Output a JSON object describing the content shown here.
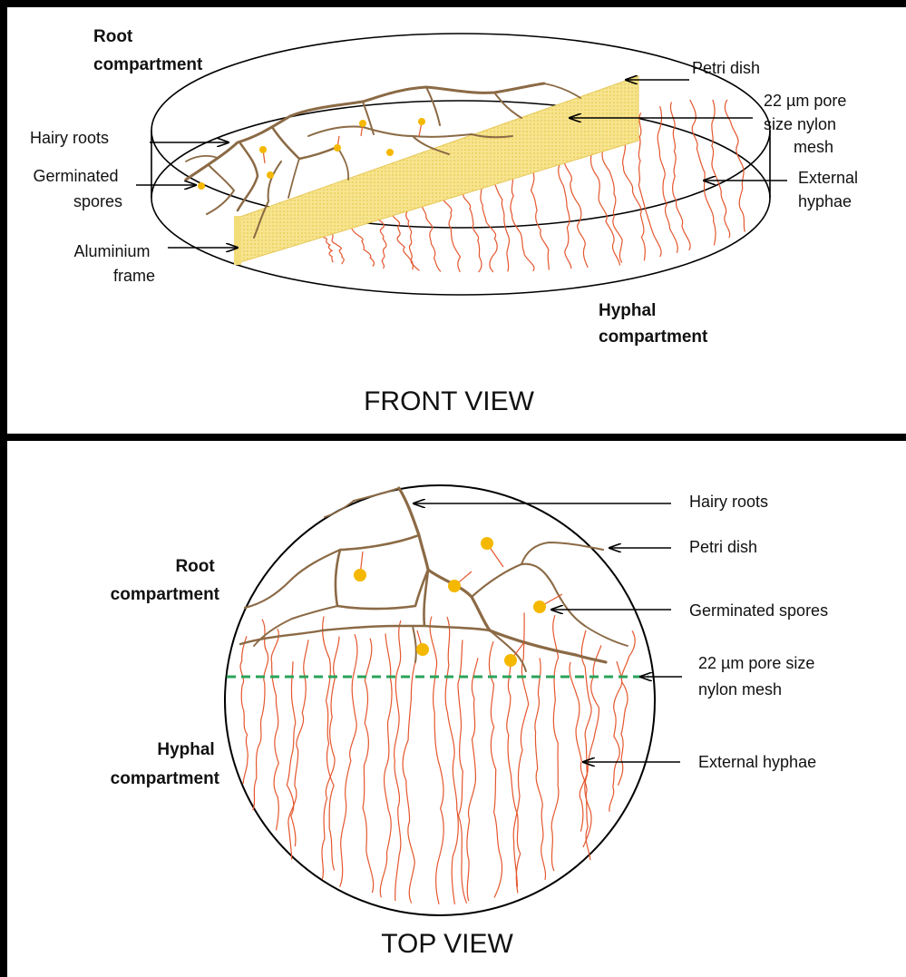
{
  "front_view": {
    "title": "FRONT VIEW",
    "root_compartment": [
      "Root",
      "compartment"
    ],
    "hyphal_compartment": [
      "Hyphal",
      "compartment"
    ],
    "hairy_roots": "Hairy roots",
    "germinated_spores": [
      "Germinated",
      "spores"
    ],
    "aluminium_frame": [
      "Aluminium",
      "frame"
    ],
    "petri_dish": "Petri dish",
    "nylon_mesh": [
      "22 µm pore",
      "size nylon",
      "mesh"
    ],
    "external_hyphae": [
      "External",
      "hyphae"
    ]
  },
  "top_view": {
    "title": "TOP VIEW",
    "root_compartment": [
      "Root",
      "compartment"
    ],
    "hyphal_compartment": [
      "Hyphal",
      "compartment"
    ],
    "hairy_roots": "Hairy roots",
    "petri_dish": "Petri dish",
    "germinated_spores": "Germinated spores",
    "nylon_mesh": [
      "22 µm pore size",
      "nylon mesh"
    ],
    "external_hyphae": "External hyphae"
  },
  "colors": {
    "root": "#8b6a45",
    "hyphae": "#e4572e",
    "spore": "#f5b800",
    "mesh_front": "#f4e08a",
    "mesh_top": "#2aa35a",
    "frame": "#000000"
  }
}
